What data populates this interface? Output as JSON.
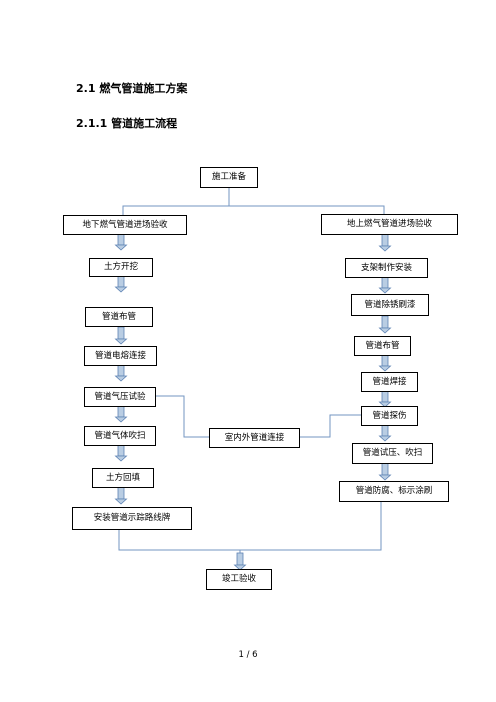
{
  "headings": {
    "section": "2.1 燃气管道施工方案",
    "subsection": "2.1.1 管道施工流程"
  },
  "flow": {
    "start": "施工准备",
    "left_branch": {
      "head": "地下燃气管道进场验收",
      "steps": [
        "土方开挖",
        "管道布管",
        "管道电熔连接",
        "管道气压试验",
        "管道气体吹扫",
        "土方回填",
        "安装管道示踪路线牌"
      ]
    },
    "right_branch": {
      "head": "地上燃气管道进场验收",
      "steps": [
        "支架制作安装",
        "管道除锈刷漆",
        "管道布管",
        "管道焊接",
        "管道探伤",
        "管道试压、吹扫",
        "管道防腐、标示涂刷"
      ]
    },
    "middle": "室内外管道连接",
    "end": "竣工验收"
  },
  "footer": {
    "page": "1 / 6"
  },
  "colors": {
    "arrow_fill": "#b9cde3",
    "arrow_stroke": "#5d82b3",
    "line": "#7396c2"
  }
}
